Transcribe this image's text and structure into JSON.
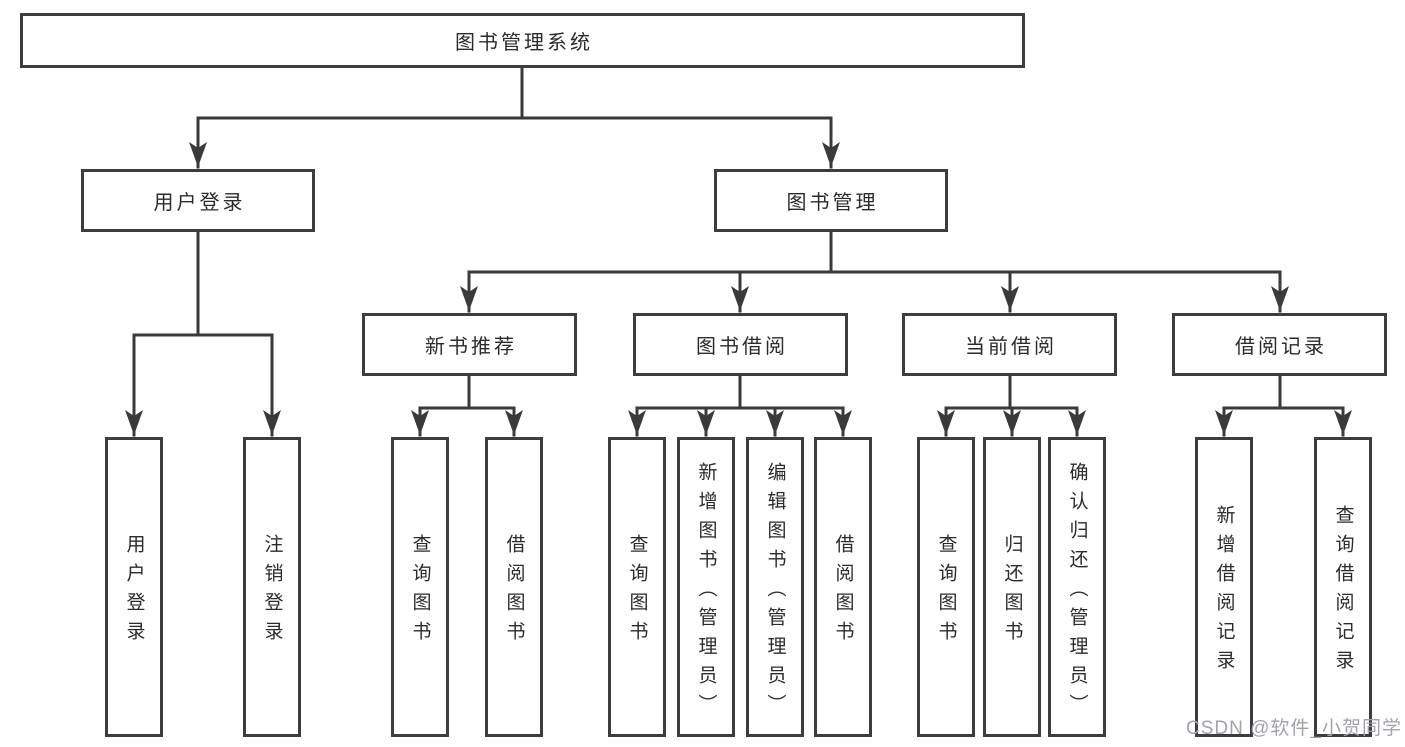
{
  "tree": {
    "label": "图书管理系统",
    "children": [
      {
        "label": "用户登录",
        "children": [
          {
            "label": "用户登录"
          },
          {
            "label": "注销登录"
          }
        ]
      },
      {
        "label": "图书管理",
        "children": [
          {
            "label": "新书推荐",
            "children": [
              {
                "label": "查询图书"
              },
              {
                "label": "借阅图书"
              }
            ]
          },
          {
            "label": "图书借阅",
            "children": [
              {
                "label": "查询图书"
              },
              {
                "label": "新增图书（管理员）"
              },
              {
                "label": "编辑图书（管理员）"
              },
              {
                "label": "借阅图书"
              }
            ]
          },
          {
            "label": "当前借阅",
            "children": [
              {
                "label": "查询图书"
              },
              {
                "label": "归还图书"
              },
              {
                "label": "确认归还（管理员）"
              }
            ]
          },
          {
            "label": "借阅记录",
            "children": [
              {
                "label": "新增借阅记录"
              },
              {
                "label": "查询借阅记录"
              }
            ]
          }
        ]
      }
    ]
  },
  "watermark": {
    "text": "CSDN @软件_小贺同学"
  },
  "colors": {
    "line": "#3a3a3a",
    "box_border": "#3d3d3d",
    "text": "#2b2b2b",
    "watermark": "#a2a2ab",
    "background": "#ffffff"
  }
}
